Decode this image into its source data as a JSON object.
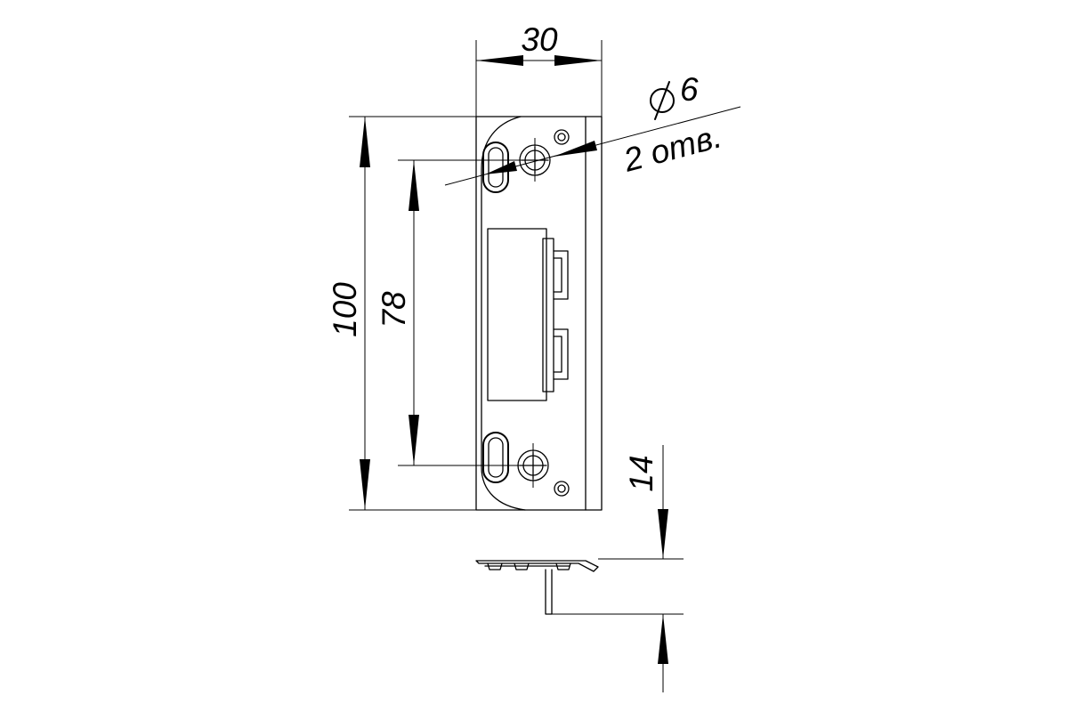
{
  "dimensions": {
    "width": "30",
    "height": "100",
    "hole_spacing": "78",
    "hole_diameter": "6",
    "hole_count": "2 отв.",
    "depth": "14"
  },
  "symbols": {
    "diameter": "diameter-symbol"
  },
  "colors": {
    "line": "#000000",
    "background": "#ffffff"
  }
}
